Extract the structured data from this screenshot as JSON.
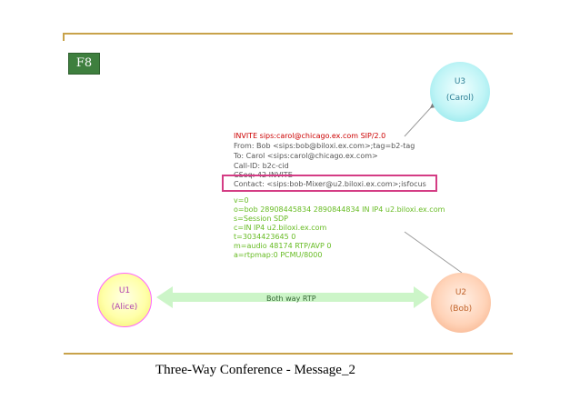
{
  "badge": "F8",
  "nodes": {
    "u3": {
      "name": "U3",
      "label": "(Carol)"
    },
    "u1": {
      "name": "U1",
      "label": "(Alice)"
    },
    "u2": {
      "name": "U2",
      "label": "(Bob)"
    }
  },
  "message": {
    "request_line": "INVITE sips:carol@chicago.ex.com SIP/2.0",
    "headers": [
      "From: Bob <sips:bob@biloxi.ex.com>;tag=b2-tag",
      "To: Carol <sips:carol@chicago.ex.com>",
      "Call-ID: b2c-cid",
      "CSeq: 42 INVITE",
      "Contact: <sips:bob-Mixer@u2.biloxi.ex.com>;isfocus"
    ],
    "sdp": [
      "v=0",
      "o=bob 28908445834 2890844834 IN IP4 u2.biloxi.ex.com",
      "s=Session SDP",
      "c=IN IP4 u2.biloxi.ex.com",
      "t=3034423645 0",
      "m=audio 48174 RTP/AVP 0",
      "a=rtpmap:0 PCMU/8000"
    ]
  },
  "rtp_label": "Both way RTP",
  "caption": "Three-Way Conference -  Message_2"
}
